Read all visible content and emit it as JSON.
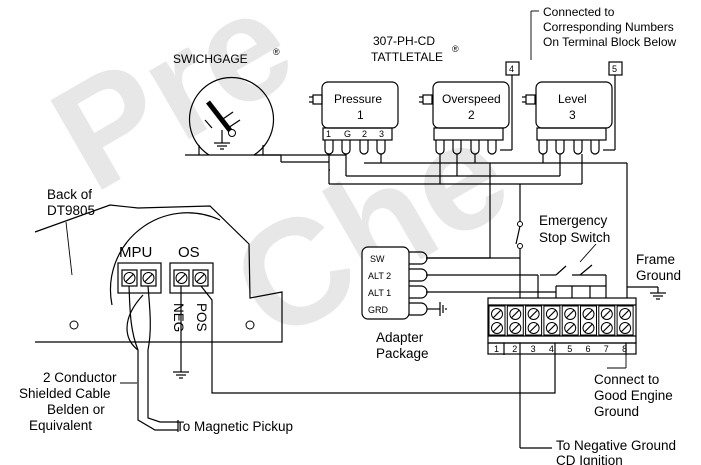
{
  "watermark": {
    "line1": "Pre",
    "line2": "Che"
  },
  "labels": {
    "swichgage": "SWICHGAGE",
    "swichgage_reg": "®",
    "tattletale_model": "307-PH-CD",
    "tattletale_name": "TATTLETALE",
    "tattletale_reg": "®",
    "connected_line1": "Connected to",
    "connected_line2": "Corresponding Numbers",
    "connected_line3": "On Terminal Block Below",
    "back_line1": "Back of",
    "back_line2": "DT9805",
    "emergency_line1": "Emergency",
    "emergency_line2": "Stop Switch",
    "frame_line1": "Frame",
    "frame_line2": "Ground",
    "adapter_line1": "Adapter",
    "adapter_line2": "Package",
    "cable_line1": "2 Conductor",
    "cable_line2": "Shielded Cable",
    "cable_line3": "Belden or",
    "cable_line4": "Equivalent",
    "magnetic_pickup": "To Magnetic Pickup",
    "engine_line1": "Connect to",
    "engine_line2": "Good Engine",
    "engine_line3": "Ground",
    "negative_line1": "To Negative Ground",
    "negative_line2": "CD Ignition"
  },
  "dt9805": {
    "mpu": "MPU",
    "os": "OS",
    "neg": "NEG",
    "pos": "POS"
  },
  "modules": [
    {
      "name": "Pressure",
      "number": "1",
      "pins": [
        "1",
        "G",
        "2",
        "3"
      ]
    },
    {
      "name": "Overspeed",
      "number": "2",
      "pins": []
    },
    {
      "name": "Level",
      "number": "3",
      "pins": []
    }
  ],
  "badges": [
    "4",
    "5"
  ],
  "adapter_terminals": [
    "SW",
    "ALT 2",
    "ALT 1",
    "GRD"
  ],
  "terminal_block": [
    "1",
    "2",
    "3",
    "4",
    "5",
    "6",
    "7",
    "8"
  ]
}
